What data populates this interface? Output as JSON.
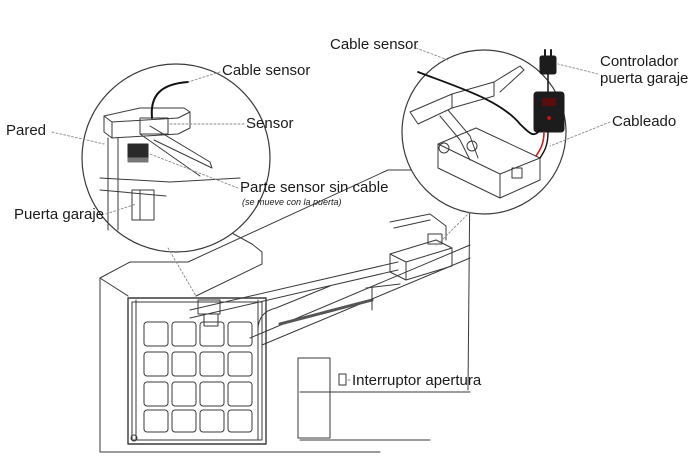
{
  "labels": {
    "cable_sensor_left": "Cable sensor",
    "sensor": "Sensor",
    "pared": "Pared",
    "parte_sensor": "Parte sensor sin cable",
    "parte_sensor_note": "(se mueve con la puerta)",
    "puerta_garaje": "Puerta garaje",
    "cable_sensor_right": "Cable sensor",
    "controlador_line1": "Controlador",
    "controlador_line2": "puerta garaje",
    "cableado": "Cableado",
    "interruptor": "Interruptor apertura"
  },
  "colors": {
    "line": "#3a3a3a",
    "leader": "#8a8a8a",
    "text": "#1a1a1a",
    "device": "#1c1c1c",
    "wire_red": "#d01818"
  }
}
